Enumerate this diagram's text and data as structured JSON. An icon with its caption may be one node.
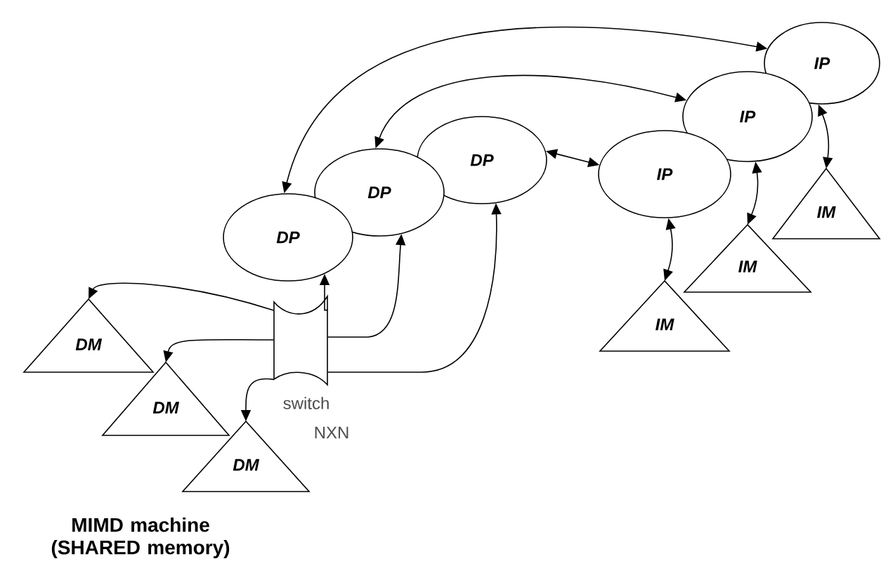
{
  "diagram": {
    "caption": "MIMD machine (SHARED memory)",
    "nodes": [
      {
        "text": [
          "DP"
        ]
      },
      {
        "text": [
          "DP"
        ]
      },
      {
        "text": [
          "DP"
        ]
      },
      {
        "text": [
          "IP"
        ]
      },
      {
        "text": [
          "IP"
        ]
      },
      {
        "text": [
          "IP"
        ]
      },
      {
        "text": [
          "IM"
        ]
      },
      {
        "text": [
          "IM"
        ]
      },
      {
        "text": [
          "IM"
        ]
      },
      {
        "text": [],
        "shape": "box"
      },
      {
        "text": [
          "DM"
        ]
      },
      {
        "text": [
          "DM"
        ]
      },
      {
        "text": [
          "DM"
        ]
      }
    ],
    "edges": [
      {
        "from": 2,
        "to": 3,
        "arrow": "both"
      },
      {
        "from": 3,
        "to": 6,
        "arrow": "both"
      },
      {
        "from": 4,
        "to": 7,
        "arrow": "both"
      },
      {
        "from": 5,
        "to": 8,
        "arrow": "both"
      },
      {
        "from": 5,
        "to": 0,
        "arrow": "both"
      },
      {
        "from": 4,
        "to": 1,
        "arrow": "both"
      },
      {
        "from": 9,
        "to": 0,
        "arrow": "to"
      },
      {
        "from": 9,
        "to": 1,
        "arrow": "to"
      },
      {
        "from": 9,
        "to": 2,
        "arrow": "to"
      },
      {
        "from": 9,
        "to": 10,
        "arrow": "to"
      },
      {
        "from": 9,
        "to": 11,
        "arrow": "to"
      },
      {
        "from": 9,
        "to": 12,
        "arrow": "to"
      }
    ],
    "labels": [
      "switch",
      "NXN"
    ]
  }
}
